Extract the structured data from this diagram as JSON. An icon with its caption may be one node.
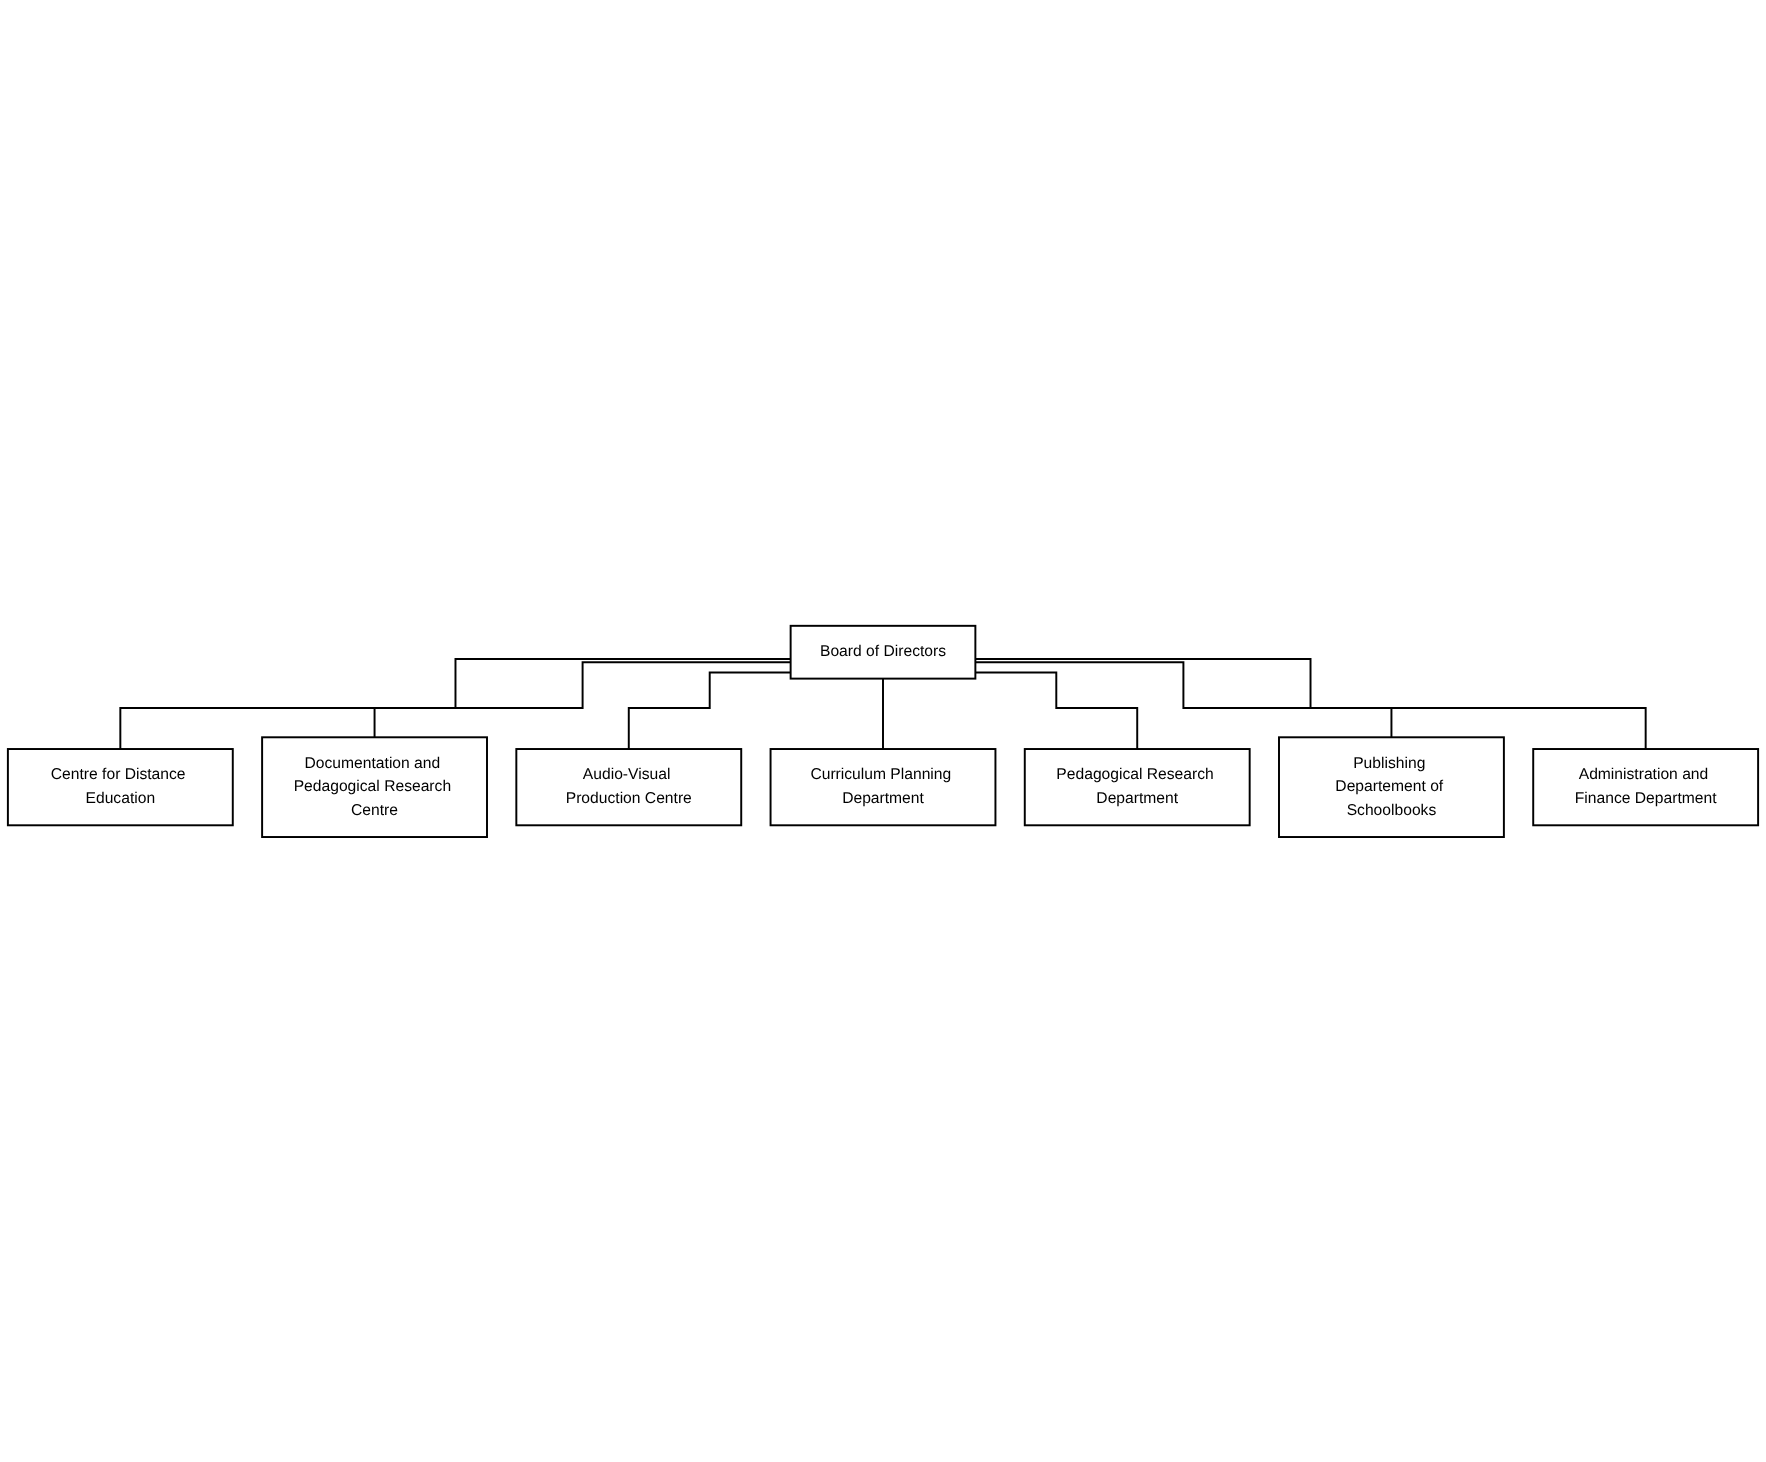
{
  "diagram": {
    "nodes": [
      {
        "text": [
          "Board of Directors"
        ]
      },
      {
        "text": [
          "Centre for Distance Education"
        ]
      },
      {
        "text": [
          "Documentation and Pedagogical Research Centre"
        ]
      },
      {
        "text": [
          "Audio-Visual Production Centre"
        ]
      },
      {
        "text": [
          "Curriculum Planning Department"
        ]
      },
      {
        "text": [
          "Pedagogical Research Department"
        ]
      },
      {
        "text": [
          "Publishing Departement of Schoolbooks"
        ]
      },
      {
        "text": [
          "Administration and Finance Department"
        ]
      }
    ],
    "edges": [
      {
        "from": 0,
        "to": 1,
        "arrow": "none"
      },
      {
        "from": 0,
        "to": 2,
        "arrow": "none"
      },
      {
        "from": 0,
        "to": 3,
        "arrow": "none"
      },
      {
        "from": 0,
        "to": 4,
        "arrow": "none"
      },
      {
        "from": 0,
        "to": 5,
        "arrow": "none"
      },
      {
        "from": 0,
        "to": 6,
        "arrow": "none"
      },
      {
        "from": 0,
        "to": 7,
        "arrow": "none"
      }
    ]
  }
}
